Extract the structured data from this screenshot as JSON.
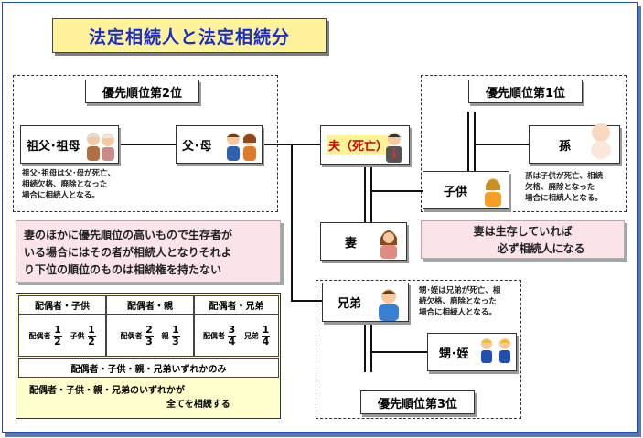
{
  "title": "法定相続人と法定相続分",
  "rank2": {
    "label": "優先順位第2位"
  },
  "rank1": {
    "label": "優先順位第1位"
  },
  "rank3": {
    "label": "優先順位第3位"
  },
  "grandparents": {
    "name": "祖父･祖母",
    "note": [
      "祖父･祖母は父･母が死亡、",
      "相続欠格、廃除となった",
      "場合に相続人となる。"
    ]
  },
  "parents": {
    "name": "父･母"
  },
  "husband": {
    "name": "夫（死亡）"
  },
  "grandchild": {
    "name": "孫"
  },
  "child": {
    "name": "子供",
    "note": [
      "孫は子供が死亡、相続",
      "欠格、廃除となった",
      "場合に相続人となる。"
    ]
  },
  "wife": {
    "name": "妻"
  },
  "siblings": {
    "name": "兄弟",
    "note": [
      "甥･姪は兄弟が死亡、相",
      "続欠格、廃除となった",
      "場合に相続人となる。"
    ]
  },
  "nephews": {
    "name": "甥･姪"
  },
  "wife_note": [
    "妻は生存していれば",
    "必ず相続人になる"
  ],
  "priority_note": [
    "妻のほかに優先順位の高いもので生存者が",
    "いる場合にはその者が相続人となりそれよ",
    "り下位の順位のものは相続権を持たない"
  ],
  "table": {
    "headers": [
      "配偶者・子供",
      "配偶者・親",
      "配偶者・兄弟"
    ],
    "cols": [
      {
        "spouse_label": "配偶者",
        "spouse_num": "1",
        "spouse_den": "2",
        "other_label": "子供",
        "other_num": "1",
        "other_den": "2"
      },
      {
        "spouse_label": "配偶者",
        "spouse_num": "2",
        "spouse_den": "3",
        "other_label": "親",
        "other_num": "1",
        "other_den": "3"
      },
      {
        "spouse_label": "配偶者",
        "spouse_num": "3",
        "spouse_den": "4",
        "other_label": "兄弟",
        "other_num": "1",
        "other_den": "4"
      }
    ],
    "none_row": "配偶者・子供・親・兄弟いずれかのみ",
    "none_text": [
      "配偶者・子供・親・兄弟のいずれかが",
      "全てを相続する"
    ]
  },
  "colors": {
    "title_bg": "#fff39a",
    "title_text": "#1a2ccc",
    "pink": "#fbe3ea",
    "table_bg": "#ffffcc",
    "frame": "#1f4fa8"
  }
}
